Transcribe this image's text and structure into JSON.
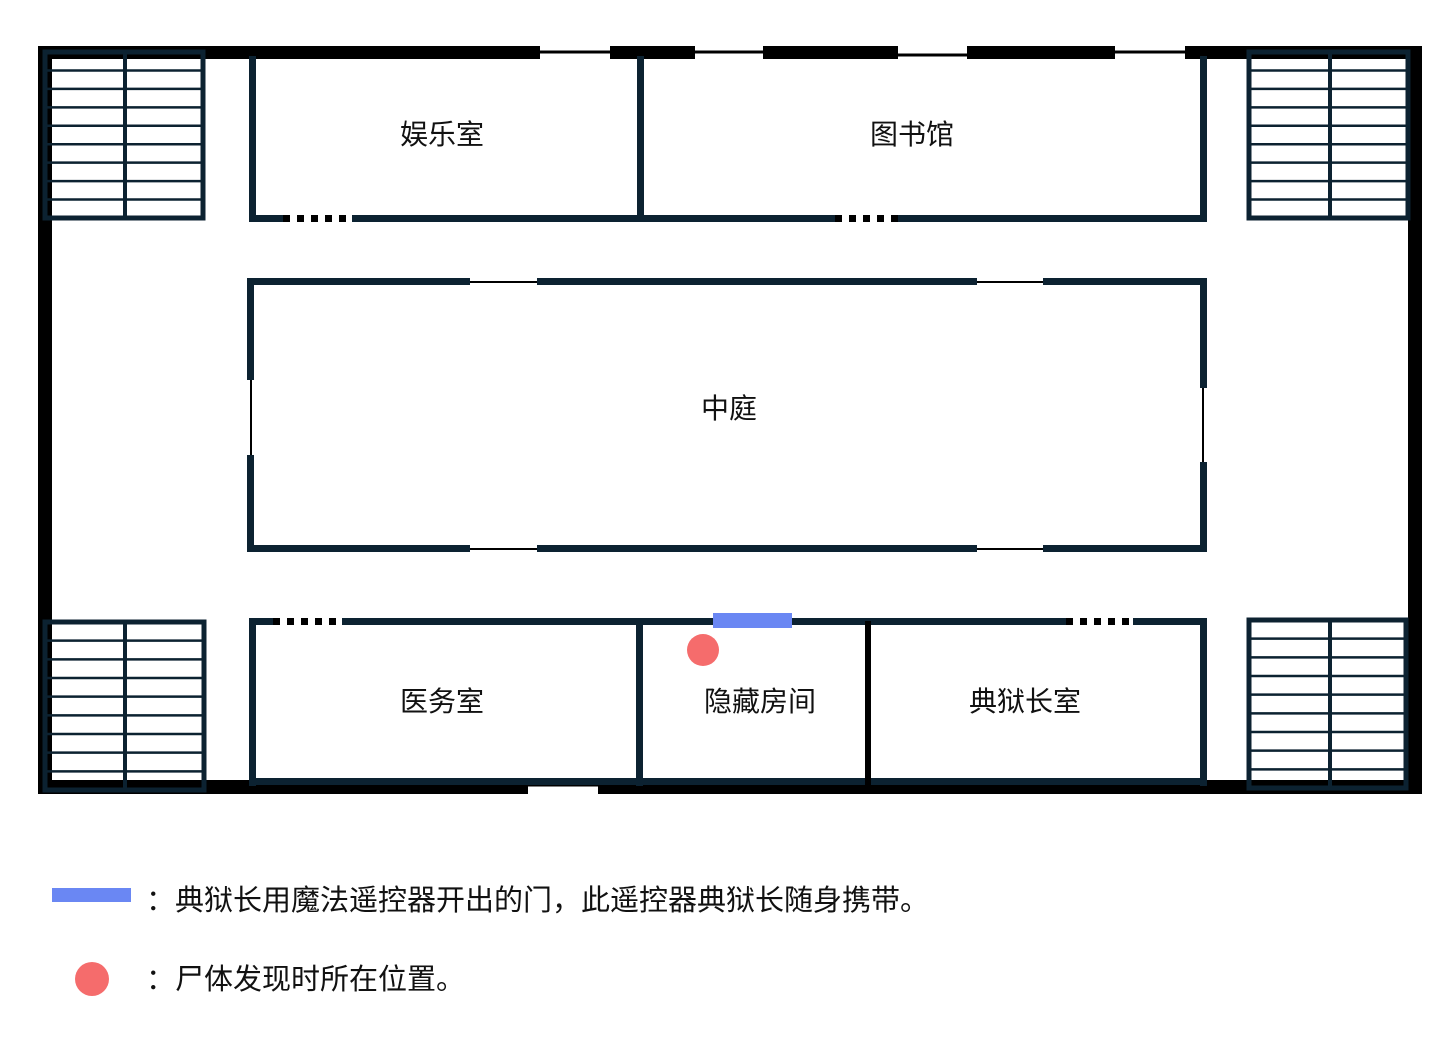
{
  "rooms": {
    "entertainment": "娱乐室",
    "library": "图书馆",
    "courtyard": "中庭",
    "medical": "医务室",
    "hidden": "隐藏房间",
    "warden": "典狱长室"
  },
  "legend": {
    "door_text": "：典狱长用魔法遥控器开出的门，此遥控器典狱长随身携带。",
    "body_text": "：尸体发现时所在位置。"
  },
  "colors": {
    "wall": "#0c2231",
    "outer_wall": "#000000",
    "magic_door": "#6a87f3",
    "body_marker": "#f56c6c"
  }
}
